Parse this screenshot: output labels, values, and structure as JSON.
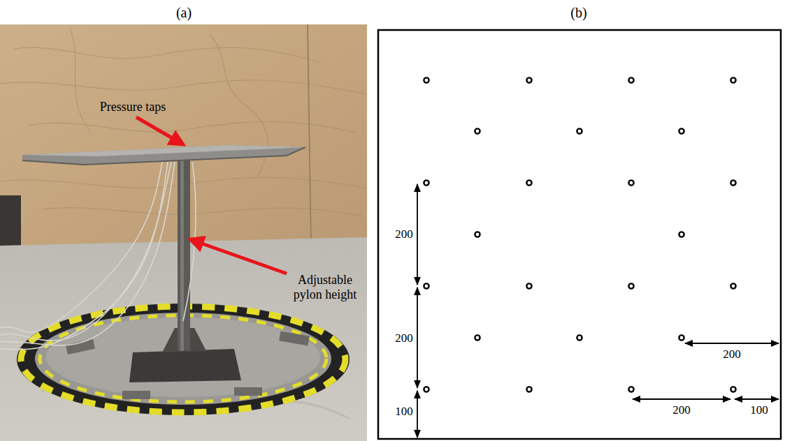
{
  "diagram": {
    "labels": [
      "(a)",
      "(b)",
      "Pressure taps",
      "Adjustable pylon height",
      "200",
      "200",
      "200",
      "100",
      "200",
      "100"
    ]
  }
}
